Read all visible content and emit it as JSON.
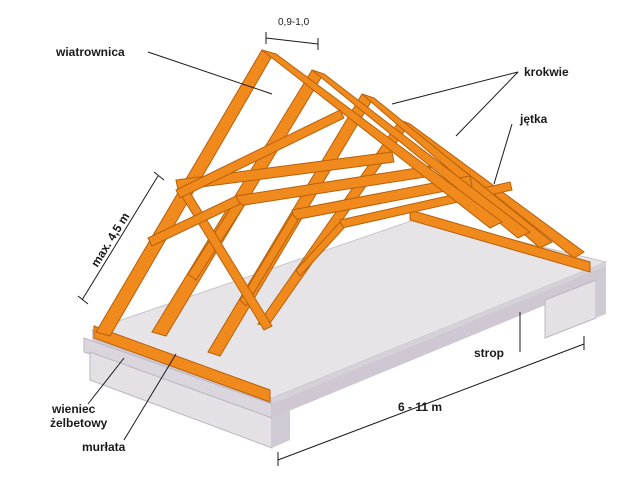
{
  "labels": {
    "wiatrownica": "wiatrownica",
    "spacing": "0,9-1,0",
    "krokwie": "krokwie",
    "jetka": "jętka",
    "height": "max. 4,5 m",
    "strop": "strop",
    "wieniec_line1": "wieniec",
    "wieniec_line2": "żelbetowy",
    "span": "6 - 11 m",
    "murlata": "murłata"
  },
  "colors": {
    "timber": "#f08a1c",
    "timber_dark": "#c8650a",
    "slab_top": "#e6e3e6",
    "slab_edge": "#d2cdd6",
    "beam": "#dcd6de",
    "leader": "#1a1a1a"
  },
  "trusses": 4
}
